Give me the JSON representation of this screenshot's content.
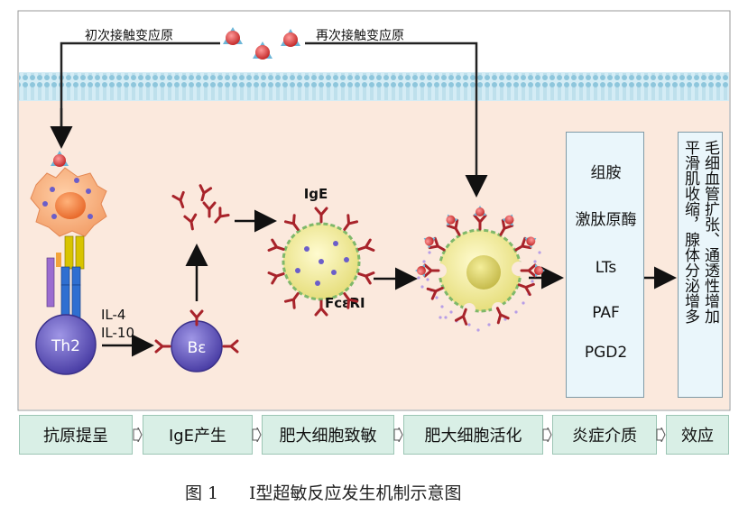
{
  "top_labels": {
    "first_contact": "初次接触变应原",
    "second_contact": "再次接触变应原"
  },
  "cell_labels": {
    "th2": "Th2",
    "b_cell": "Bε",
    "ige": "IgE",
    "receptor": "FcεRⅠ",
    "il4": "IL-4",
    "il10": "IL-10"
  },
  "mediators": [
    "组胺",
    "激肽原酶",
    "LTs",
    "PAF",
    "PGD2"
  ],
  "effects": {
    "column_left": "平滑肌收缩，腺体分泌增多",
    "column_right": "毛细血管扩张、通透性增加"
  },
  "stages": [
    "抗原提呈",
    "IgE产生",
    "肥大细胞致敏",
    "肥大细胞活化",
    "炎症介质",
    "效应"
  ],
  "caption": {
    "figure_no": "图 1",
    "title": "Ⅰ型超敏反应发生机制示意图"
  },
  "colors": {
    "tissue_bg": "#fbe9dd",
    "membrane": "#bfe1ee",
    "stage_bg": "#d9efe6",
    "mast_cell": "#f4f0a8",
    "th2": "#6f63c8",
    "allergen": "#d94a4a"
  }
}
